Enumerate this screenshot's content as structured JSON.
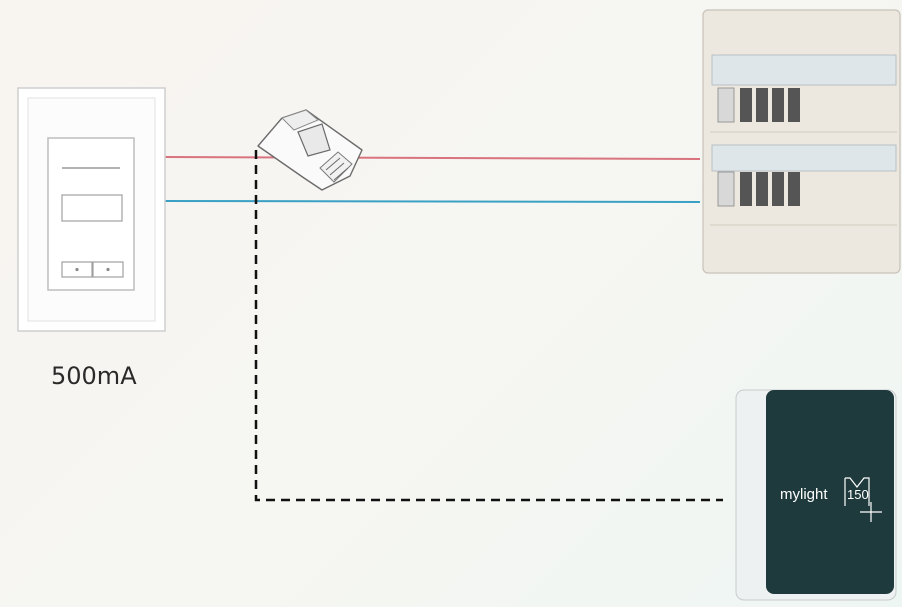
{
  "meter": {
    "rating_label": "500mA"
  },
  "gateway": {
    "brand_text": "mylight",
    "model_text": "150"
  },
  "colors": {
    "phase_wire": "#d9737e",
    "neutral_wire": "#3aa1c4",
    "data_cable": "#111111",
    "gateway_body": "#1f3a3d"
  },
  "icons": [
    "energy-meter-icon",
    "current-clamp-icon",
    "electrical-panel-icon",
    "mylight-gateway-icon"
  ]
}
